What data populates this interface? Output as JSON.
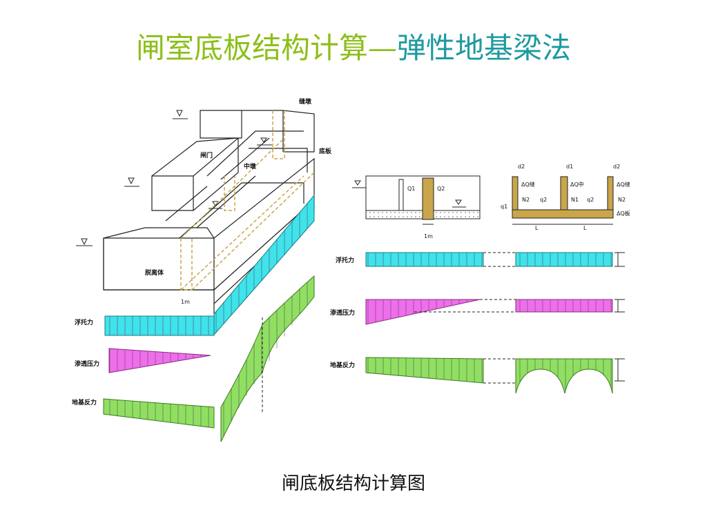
{
  "title": {
    "part1": "闸室底板结构计算",
    "dash": "—",
    "part2": "弹性地基梁法"
  },
  "caption": "闸底板结构计算图",
  "colors": {
    "title_green": "#8cbf1a",
    "title_teal": "#1d9aa0",
    "buoyancy": "#3fe3ea",
    "seepage": "#ee6fe9",
    "reaction": "#8fe060",
    "pier": "#c9a64b"
  },
  "left_figure": {
    "labels": {
      "side_pier": "缝墩",
      "bottom_slab": "底板",
      "middle_pier": "中墩",
      "gate": "闸门",
      "free_body": "脱离体",
      "width": "1m"
    },
    "loads": {
      "buoyancy": "浮托力",
      "seepage": "渗透压力",
      "reaction": "地基反力"
    }
  },
  "right_figure": {
    "section_labels": {
      "q1": "Q1",
      "q2": "Q2",
      "width": "1m"
    },
    "frame_labels": {
      "d2a": "d2",
      "d1": "d1",
      "d2b": "d2",
      "dq_side": "ΔQ缝",
      "dq_mid": "ΔQ中",
      "dq_side2": "ΔQ缝",
      "n2": "N2",
      "n1": "N1",
      "n2b": "N2",
      "dq_slab": "ΔQ板",
      "q1": "q1",
      "q2a": "q2",
      "q2b": "q2",
      "l1": "L",
      "l2": "L"
    },
    "loads": {
      "buoyancy": "浮托力",
      "seepage": "渗透压力",
      "reaction": "地基反力"
    }
  }
}
